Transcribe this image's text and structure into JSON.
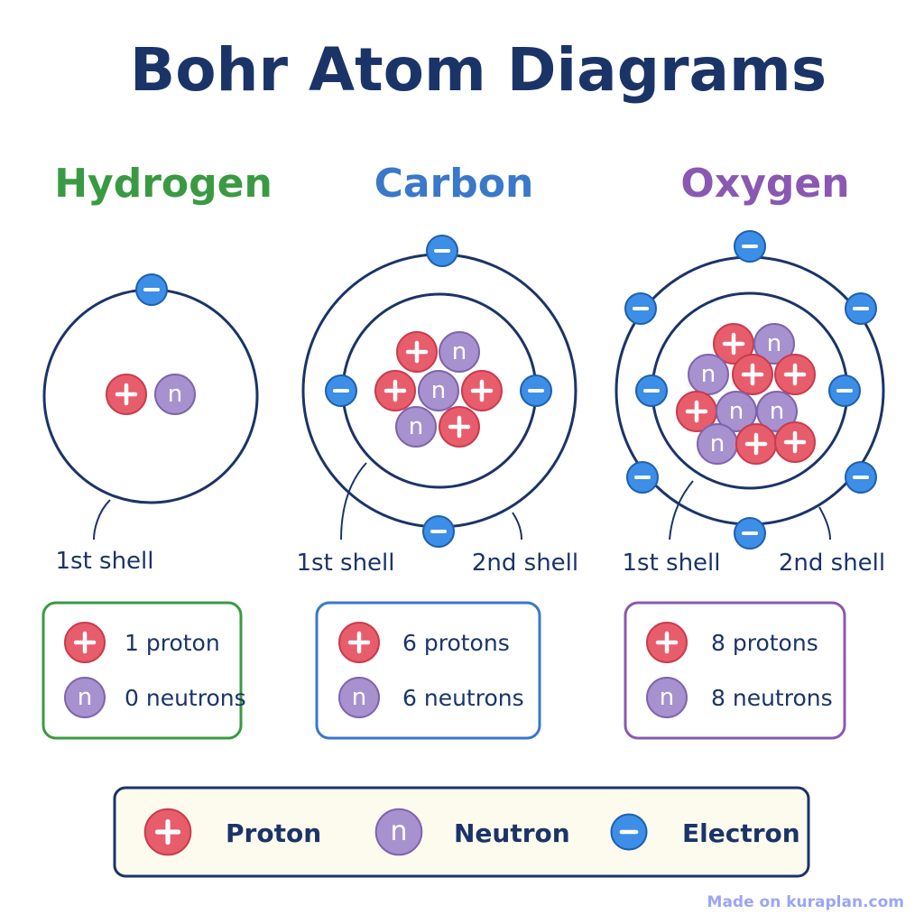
{
  "title": "Bohr Atom Diagrams",
  "colors": {
    "navy": "#1b3468",
    "proton": "#e85d6c",
    "proton_border": "#c83c4e",
    "neutron": "#a891cf",
    "neutron_border": "#7e64ad",
    "electron": "#3d8ee6",
    "electron_border": "#1d5fae",
    "legend_bg": "#fdfbee"
  },
  "atoms": [
    {
      "name": "Hydrogen",
      "color": "#3a9a43",
      "protons": 1,
      "neutrons": 0,
      "shell_labels": [
        "1st shell"
      ],
      "counts": {
        "protons": "1 proton",
        "neutrons": "0 neutrons"
      }
    },
    {
      "name": "Carbon",
      "color": "#3a78c9",
      "protons": 6,
      "neutrons": 6,
      "shell_labels": [
        "1st shell",
        "2nd shell"
      ],
      "counts": {
        "protons": "6 protons",
        "neutrons": "6 neutrons"
      }
    },
    {
      "name": "Oxygen",
      "color": "#8a58b2",
      "protons": 8,
      "neutrons": 8,
      "shell_labels": [
        "1st shell",
        "2nd shell"
      ],
      "counts": {
        "protons": "8 protons",
        "neutrons": "8 neutrons"
      }
    }
  ],
  "particle_symbols": {
    "proton": "+",
    "neutron": "n",
    "electron": "−"
  },
  "legend": [
    {
      "type": "proton",
      "label": "Proton"
    },
    {
      "type": "neutron",
      "label": "Neutron"
    },
    {
      "type": "electron",
      "label": "Electron"
    }
  ],
  "watermark": "Made on kuraplan.com"
}
